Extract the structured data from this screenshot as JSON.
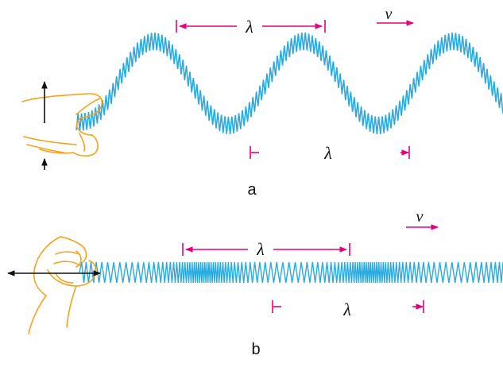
{
  "panels": [
    {
      "id": "a",
      "label": "a",
      "top_wavelength_symbol": "λ",
      "bottom_wavelength_symbol": "λ",
      "velocity_symbol": "v"
    },
    {
      "id": "b",
      "label": "b",
      "top_wavelength_symbol": "λ",
      "bottom_wavelength_symbol": "λ",
      "velocity_symbol": "v"
    }
  ],
  "colors": {
    "spring": "#29ABE2",
    "marker": "#E6007E",
    "hand": "#F7A21B",
    "arrow": "#111111"
  }
}
